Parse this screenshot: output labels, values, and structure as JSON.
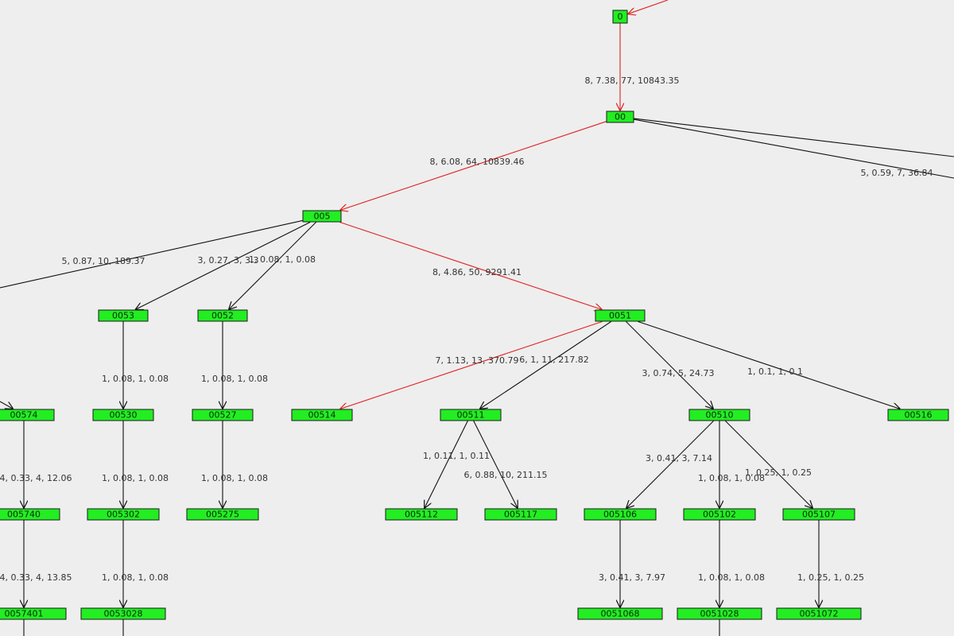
{
  "colors": {
    "background": "#eeeeee",
    "node_fill": "#22ee22",
    "node_border": "#1a1a1a",
    "edge_default": "#111111",
    "edge_highlight": "#e02020",
    "label_text": "#333333"
  },
  "nodes": [
    {
      "id": "0",
      "label": "0"
    },
    {
      "id": "00",
      "label": "00"
    },
    {
      "id": "005",
      "label": "005"
    },
    {
      "id": "0053",
      "label": "0053"
    },
    {
      "id": "0052",
      "label": "0052"
    },
    {
      "id": "0051",
      "label": "0051"
    },
    {
      "id": "00574",
      "label": "00574"
    },
    {
      "id": "00530",
      "label": "00530"
    },
    {
      "id": "00527",
      "label": "00527"
    },
    {
      "id": "00514",
      "label": "00514"
    },
    {
      "id": "00511",
      "label": "00511"
    },
    {
      "id": "00510",
      "label": "00510"
    },
    {
      "id": "00516",
      "label": "00516"
    },
    {
      "id": "005740",
      "label": "005740"
    },
    {
      "id": "005302",
      "label": "005302"
    },
    {
      "id": "005275",
      "label": "005275"
    },
    {
      "id": "005112",
      "label": "005112"
    },
    {
      "id": "005117",
      "label": "005117"
    },
    {
      "id": "005106",
      "label": "005106"
    },
    {
      "id": "005102",
      "label": "005102"
    },
    {
      "id": "005107",
      "label": "005107"
    },
    {
      "id": "0057401",
      "label": "0057401"
    },
    {
      "id": "0053028",
      "label": "0053028"
    },
    {
      "id": "0051068",
      "label": "0051068"
    },
    {
      "id": "0051028",
      "label": "0051028"
    },
    {
      "id": "0051072",
      "label": "0051072"
    }
  ],
  "edges": [
    {
      "id": "in-0",
      "from": "",
      "to": "0",
      "label": "",
      "highlight": true
    },
    {
      "id": "0-00",
      "from": "0",
      "to": "00",
      "label": "8, 7.38, 77, 10843.35",
      "highlight": true
    },
    {
      "id": "00-005",
      "from": "00",
      "to": "005",
      "label": "8, 6.08, 64, 10839.46",
      "highlight": true
    },
    {
      "id": "00-offscreen-a",
      "from": "00",
      "to": "",
      "label": "",
      "highlight": false
    },
    {
      "id": "00-offscreen-b",
      "from": "00",
      "to": "",
      "label": "5, 0.59, 7, 36.84",
      "highlight": false
    },
    {
      "id": "005-offscreen",
      "from": "005",
      "to": "",
      "label": "5, 0.87, 10, 189.37",
      "highlight": false
    },
    {
      "id": "005-0053",
      "from": "005",
      "to": "0053",
      "label": "3, 0.27, 3, 3.3",
      "highlight": false
    },
    {
      "id": "005-0052",
      "from": "005",
      "to": "0052",
      "label": "1, 0.08, 1, 0.08",
      "highlight": false
    },
    {
      "id": "005-0051",
      "from": "005",
      "to": "0051",
      "label": "8, 4.86, 50, 9291.41",
      "highlight": true
    },
    {
      "id": "0051-00514",
      "from": "0051",
      "to": "00514",
      "label": "7, 1.13, 13, 370.79",
      "highlight": true
    },
    {
      "id": "0051-00511",
      "from": "0051",
      "to": "00511",
      "label": "6, 1, 11, 217.82",
      "highlight": false
    },
    {
      "id": "0051-00510",
      "from": "0051",
      "to": "00510",
      "label": "3, 0.74, 5, 24.73",
      "highlight": false
    },
    {
      "id": "0051-00516",
      "from": "0051",
      "to": "00516",
      "label": "1, 0.1, 1, 0.1",
      "highlight": false
    },
    {
      "id": "offscreen-00574",
      "from": "",
      "to": "00574",
      "label": "",
      "highlight": false
    },
    {
      "id": "0053-00530",
      "from": "0053",
      "to": "00530",
      "label": "1, 0.08, 1, 0.08",
      "highlight": false
    },
    {
      "id": "0052-00527",
      "from": "0052",
      "to": "00527",
      "label": "1, 0.08, 1, 0.08",
      "highlight": false
    },
    {
      "id": "00574-005740",
      "from": "00574",
      "to": "005740",
      "label": "4, 0.33, 4, 12.06",
      "highlight": false
    },
    {
      "id": "00530-005302",
      "from": "00530",
      "to": "005302",
      "label": "1, 0.08, 1, 0.08",
      "highlight": false
    },
    {
      "id": "00527-005275",
      "from": "00527",
      "to": "005275",
      "label": "1, 0.08, 1, 0.08",
      "highlight": false
    },
    {
      "id": "00511-005112",
      "from": "00511",
      "to": "005112",
      "label": "1, 0.11, 1, 0.11",
      "highlight": false
    },
    {
      "id": "00511-005117",
      "from": "00511",
      "to": "005117",
      "label": "6, 0.88, 10, 211.15",
      "highlight": false
    },
    {
      "id": "00510-005106",
      "from": "00510",
      "to": "005106",
      "label": "3, 0.41, 3, 7.14",
      "highlight": false
    },
    {
      "id": "00510-005102",
      "from": "00510",
      "to": "005102",
      "label": "1, 0.08, 1, 0.08",
      "highlight": false
    },
    {
      "id": "00510-005107",
      "from": "00510",
      "to": "005107",
      "label": "1, 0.25, 1, 0.25",
      "highlight": false
    },
    {
      "id": "005740-0057401",
      "from": "005740",
      "to": "0057401",
      "label": "4, 0.33, 4, 13.85",
      "highlight": false
    },
    {
      "id": "005302-0053028",
      "from": "005302",
      "to": "0053028",
      "label": "1, 0.08, 1, 0.08",
      "highlight": false
    },
    {
      "id": "005106-0051068",
      "from": "005106",
      "to": "0051068",
      "label": "3, 0.41, 3, 7.97",
      "highlight": false
    },
    {
      "id": "005102-0051028",
      "from": "005102",
      "to": "0051028",
      "label": "1, 0.08, 1, 0.08",
      "highlight": false
    },
    {
      "id": "005107-0051072",
      "from": "005107",
      "to": "0051072",
      "label": "1, 0.25, 1, 0.25",
      "highlight": false
    },
    {
      "id": "0057401-offscreen",
      "from": "0057401",
      "to": "",
      "label": "",
      "highlight": false
    },
    {
      "id": "0053028-offscreen",
      "from": "0053028",
      "to": "",
      "label": "",
      "highlight": false
    },
    {
      "id": "0051028-offscreen",
      "from": "0051028",
      "to": "",
      "label": "",
      "highlight": false
    }
  ]
}
